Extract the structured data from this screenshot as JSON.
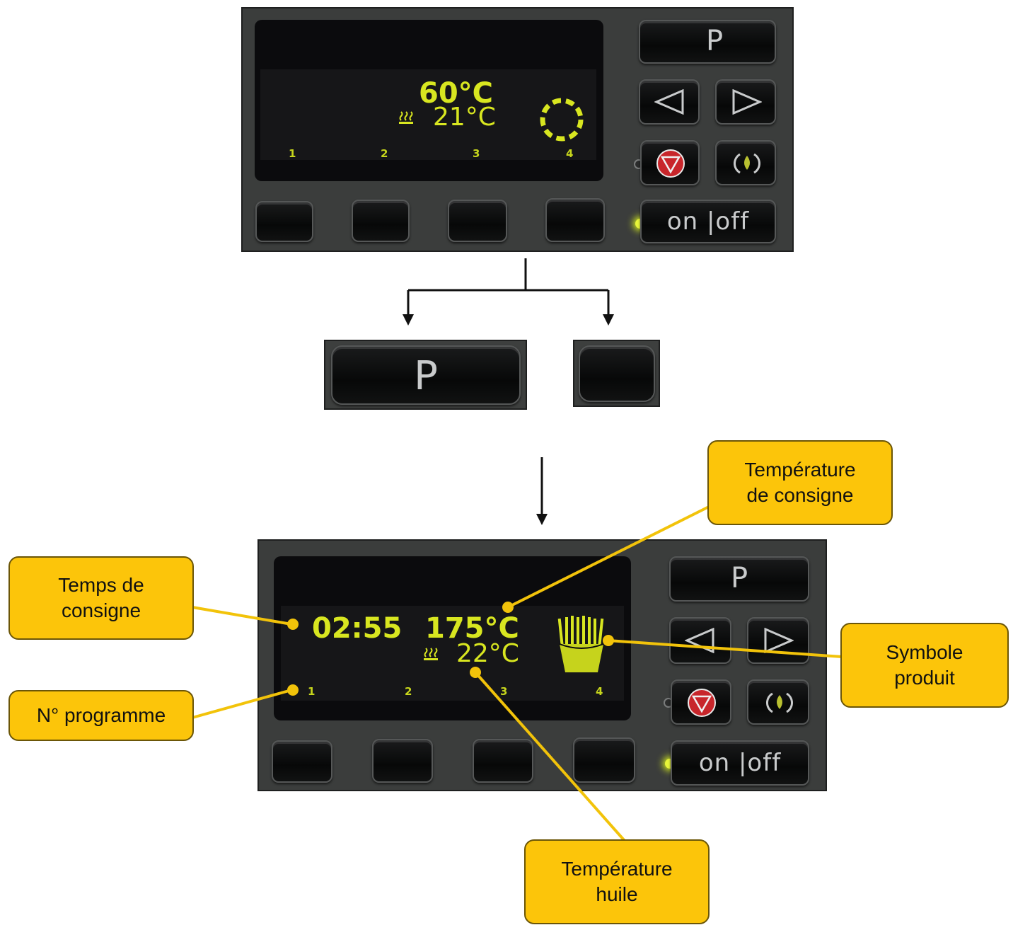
{
  "top_panel": {
    "set_temp": "60°C",
    "oil_temp": "21°C",
    "program_numbers": [
      "1",
      "2",
      "3",
      "4"
    ],
    "key_p": "P",
    "key_onoff": "on |off",
    "progress_icon": "dashed-circle-icon"
  },
  "middle": {
    "key_p": "P"
  },
  "bottom_panel": {
    "time": "02:55",
    "set_temp": "175°C",
    "oil_temp": "22°C",
    "program_numbers": [
      "1",
      "2",
      "3",
      "4"
    ],
    "key_p": "P",
    "key_onoff": "on |off",
    "product_icon": "fries-icon"
  },
  "callouts": {
    "temps_consigne": "Temps de\nconsigne",
    "num_programme": "N° programme",
    "temp_consigne": "Température\nde consigne",
    "symbole_produit": "Symbole\nproduit",
    "temp_huile": "Température\nhuile"
  },
  "colors": {
    "lcd": "#d8e620",
    "callout": "#fcc50a",
    "panel": "#3b3d3c",
    "led": "#e8f53a"
  }
}
